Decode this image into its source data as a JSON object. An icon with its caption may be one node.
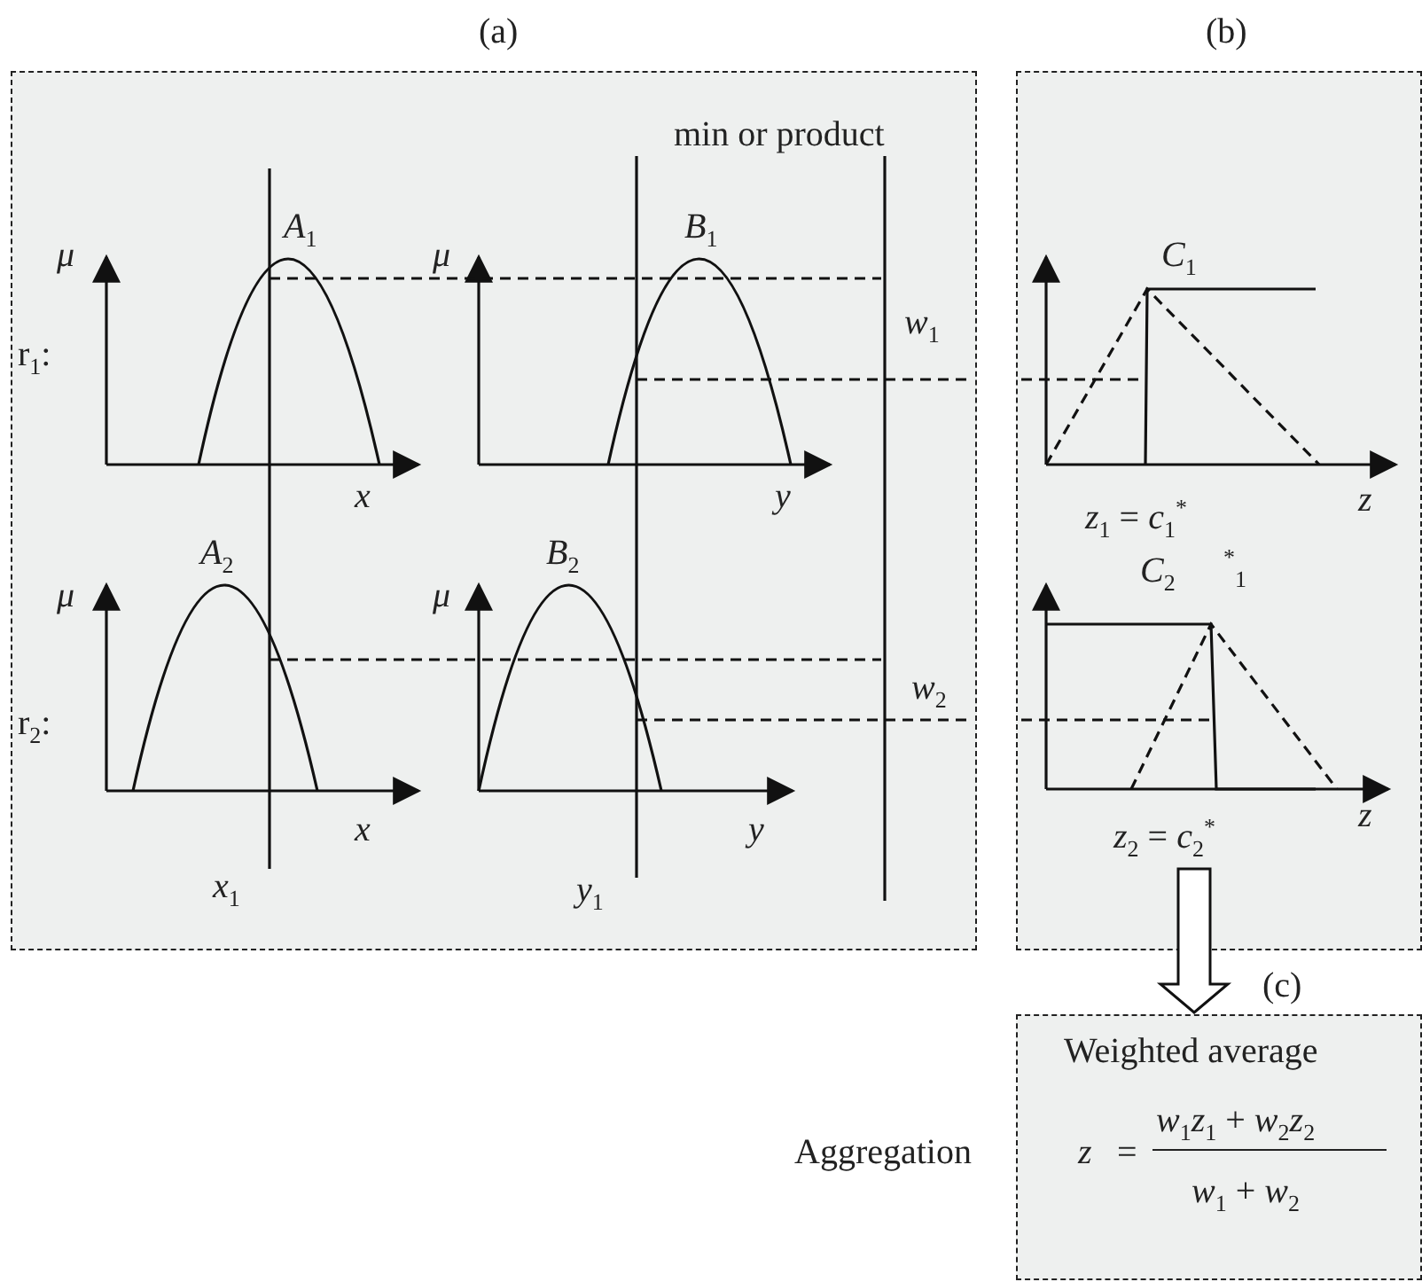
{
  "diagram": {
    "nodes": [
      {
        "text": [
          "(a)"
        ]
      },
      {
        "text": [
          "(b)"
        ]
      },
      {
        "text": [
          "(c)",
          "Weighted average",
          "*z*",
          "=",
          "*w*$_{1}$*z*$_{1}$ + *w*$_{2}$*z*$_{2}$",
          "*w*$_{1}$ + *w*$_{2}$"
        ],
        "beside": [
          "Aggregation"
        ]
      }
    ],
    "edges": [
      {
        "from": 1,
        "to": 2,
        "arrow": "to"
      }
    ],
    "labels": [
      "min or product",
      "*A*$_{1}$",
      "*B*$_{1}$",
      "*μ*",
      "*μ*",
      "*w*$_{1}$",
      "r$_{1}$:",
      "*x*",
      "*y*",
      "*C*$_{1}$",
      "*z*",
      "*z*$_{1}$ = *c*$_{1}$$^{*}$",
      "*A*$_{2}$",
      "*B*$_{2}$",
      "*C*$_{2}$",
      "$^{*}$$_{1}$",
      "*μ*",
      "*μ*",
      "*w*$_{2}$",
      "r$_{2}$:",
      "*x*",
      "*y*",
      "*z*",
      "*z*$_{2}$ = *c*$_{2}$$^{*}$",
      "*x*$_{1}$",
      "*y*$_{1}$"
    ]
  }
}
